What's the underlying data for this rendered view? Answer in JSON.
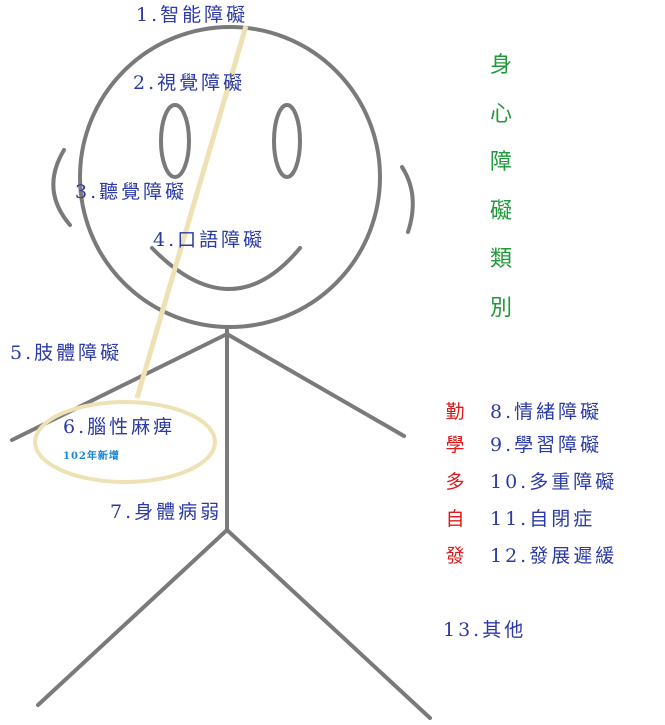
{
  "title_vertical": [
    "身",
    "心",
    "障",
    "礙",
    "類",
    "別"
  ],
  "labels": {
    "l1": "1.智能障礙",
    "l2": "2.視覺障礙",
    "l3": "3.聽覺障礙",
    "l4": "4.口語障礙",
    "l5": "5.肢體障礙",
    "l6": "6.腦性麻痺",
    "l6_note": "102年新增",
    "l7": "7.身體病弱",
    "l8": "8.情緒障礙",
    "l9": "9.學習障礙",
    "l10": "10.多重障礙",
    "l11": "11.自閉症",
    "l12": "12.發展遲緩",
    "l13": "13.其他"
  },
  "mnemonic": [
    "勤",
    "學",
    "多",
    "自",
    "發"
  ],
  "colors": {
    "label": "#2b3aa6",
    "title": "#1f9a3a",
    "mnemonic": "#e01a1a",
    "note": "#1a86d6",
    "figure": "#7a7a7a",
    "highlight": "#eee2b4"
  }
}
